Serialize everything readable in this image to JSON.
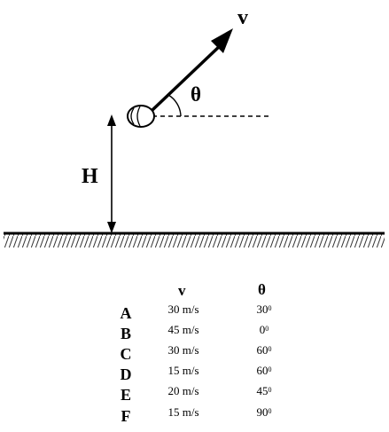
{
  "diagram": {
    "velocity_label": "v",
    "angle_label": "θ",
    "height_label": "H"
  },
  "table": {
    "headers": {
      "velocity": "v",
      "angle": "θ"
    },
    "rows": [
      {
        "label": "A",
        "velocity": "30 m/s",
        "angle": "30",
        "angle_sup": "0"
      },
      {
        "label": "B",
        "velocity": "45 m/s",
        "angle": "0",
        "angle_sup": "0"
      },
      {
        "label": "C",
        "velocity": "30 m/s",
        "angle": "60",
        "angle_sup": "0"
      },
      {
        "label": "D",
        "velocity": "15 m/s",
        "angle": "60",
        "angle_sup": "0"
      },
      {
        "label": "E",
        "velocity": "20 m/s",
        "angle": "45",
        "angle_sup": "0"
      },
      {
        "label": "F",
        "velocity": "15 m/s",
        "angle": "90",
        "angle_sup": "0"
      }
    ]
  }
}
